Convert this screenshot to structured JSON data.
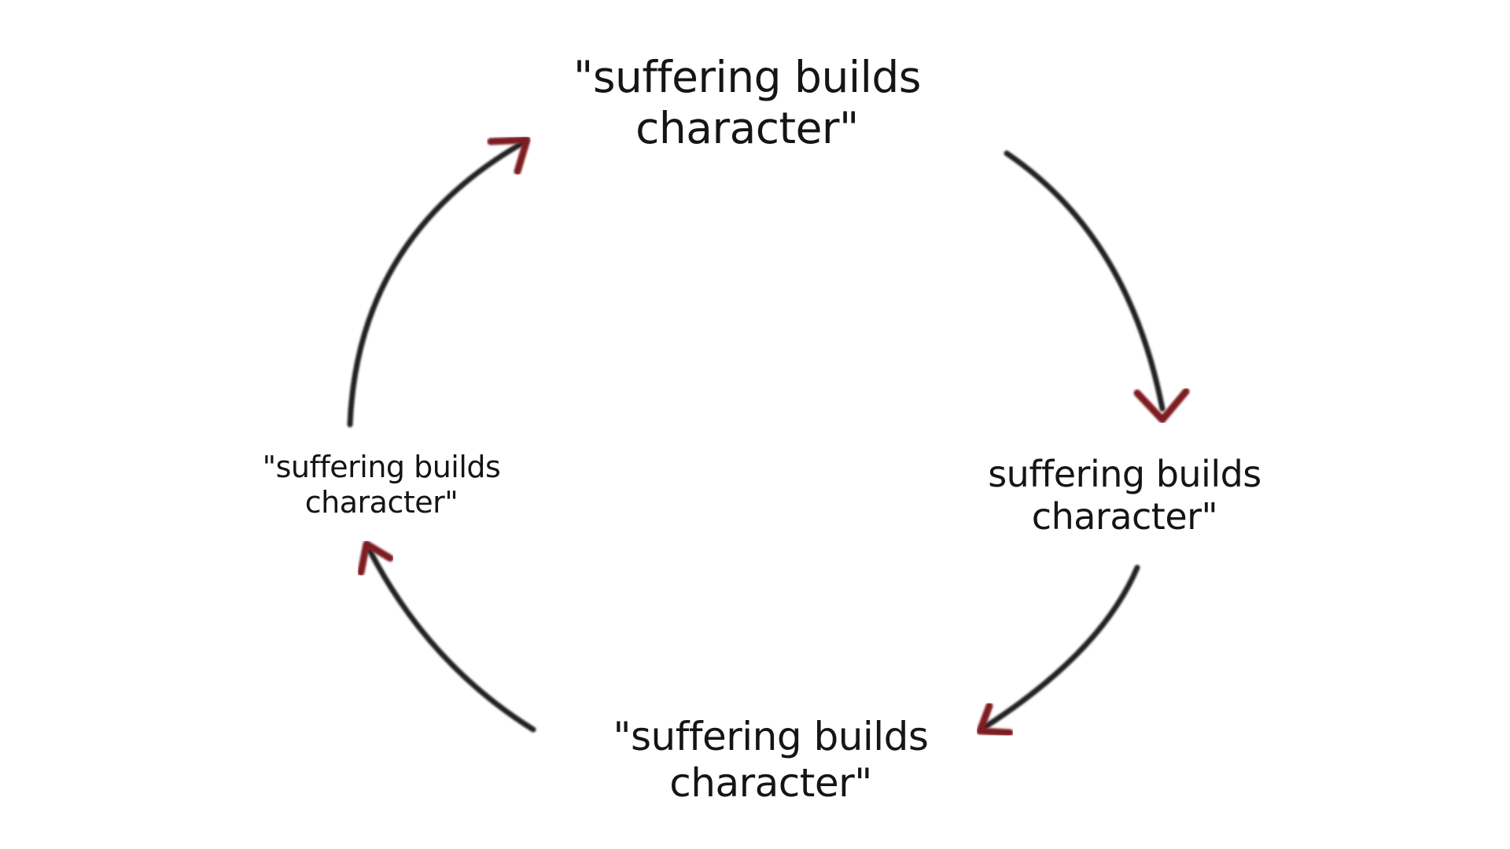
{
  "diagram": {
    "nodes": [
      {
        "id": "top",
        "lines": [
          "\"suffering builds",
          "character\""
        ]
      },
      {
        "id": "right",
        "lines": [
          "suffering builds",
          "character\""
        ]
      },
      {
        "id": "bottom",
        "lines": [
          "\"suffering builds",
          "character\""
        ]
      },
      {
        "id": "left",
        "lines": [
          "\"suffering builds",
          "character\""
        ]
      }
    ],
    "flow": [
      "top",
      "right",
      "bottom",
      "left",
      "top"
    ],
    "colors": {
      "text": "#151515",
      "arrow_shaft": "#222222",
      "arrow_head": "#7e1f22",
      "background": "#ffffff"
    }
  }
}
